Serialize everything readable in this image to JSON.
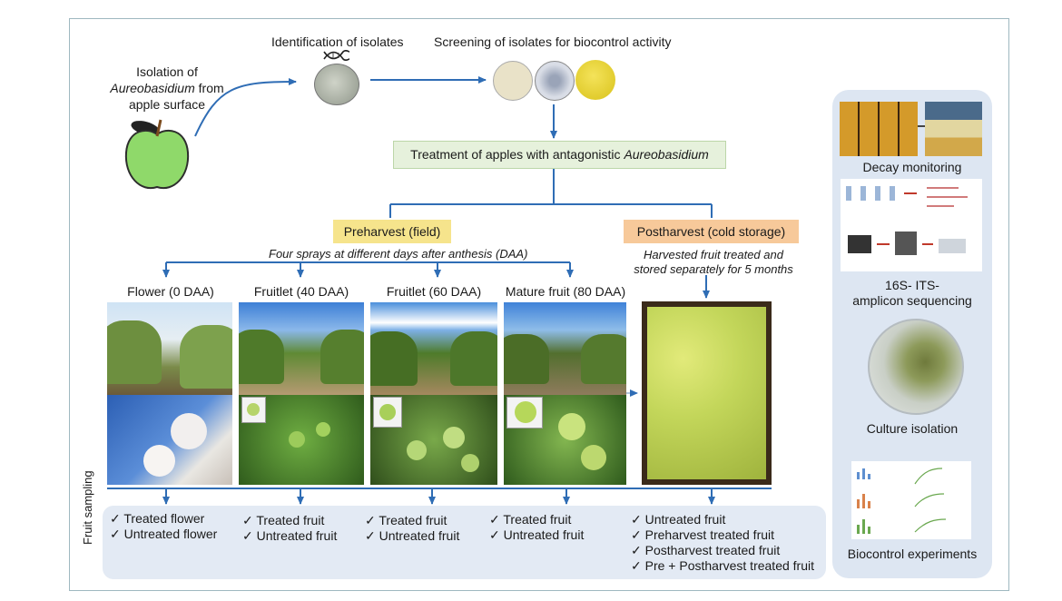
{
  "top": {
    "isolation_line1": "Isolation of",
    "isolation_line2": "Aureobasidium",
    "isolation_line2b": " from",
    "isolation_line3": "apple surface",
    "identification": "Identification of isolates",
    "screening": "Screening of isolates for biocontrol activity",
    "treatment_prefix": "Treatment of apples with antagonistic ",
    "treatment_italic": "Aureobasidium"
  },
  "branches": {
    "preharvest": "Preharvest (field)",
    "preharvest_note": "Four sprays at different days after anthesis (DAA)",
    "postharvest": "Postharvest (cold storage)",
    "postharvest_note1": "Harvested fruit treated and",
    "postharvest_note2": "stored separately for 5 months"
  },
  "stages": [
    {
      "label": "Flower (0 DAA)"
    },
    {
      "label": "Fruitlet (40 DAA)"
    },
    {
      "label": "Fruitlet (60 DAA)"
    },
    {
      "label": "Mature fruit (80 DAA)"
    }
  ],
  "sampling": {
    "title": "Fruit sampling",
    "check": "✓",
    "groups": [
      [
        "Treated flower",
        "Untreated flower"
      ],
      [
        "Treated fruit",
        "Untreated fruit"
      ],
      [
        "Treated fruit",
        "Untreated fruit"
      ],
      [
        "Treated fruit",
        "Untreated fruit"
      ],
      [
        "Untreated fruit",
        "Preharvest treated fruit",
        "Postharvest treated fruit",
        "Pre + Postharvest treated fruit"
      ]
    ]
  },
  "right_panel": {
    "decay": "Decay monitoring",
    "seq_line1": "16S- ITS-",
    "seq_line2": "amplicon sequencing",
    "culture": "Culture isolation",
    "biocontrol": "Biocontrol experiments"
  },
  "colors": {
    "arrow": "#2f6db5",
    "treatment_box": "#e6f1dc",
    "preharvest_box": "#f6e48c",
    "postharvest_box": "#f7c99a",
    "panel": "#dde6f2"
  }
}
